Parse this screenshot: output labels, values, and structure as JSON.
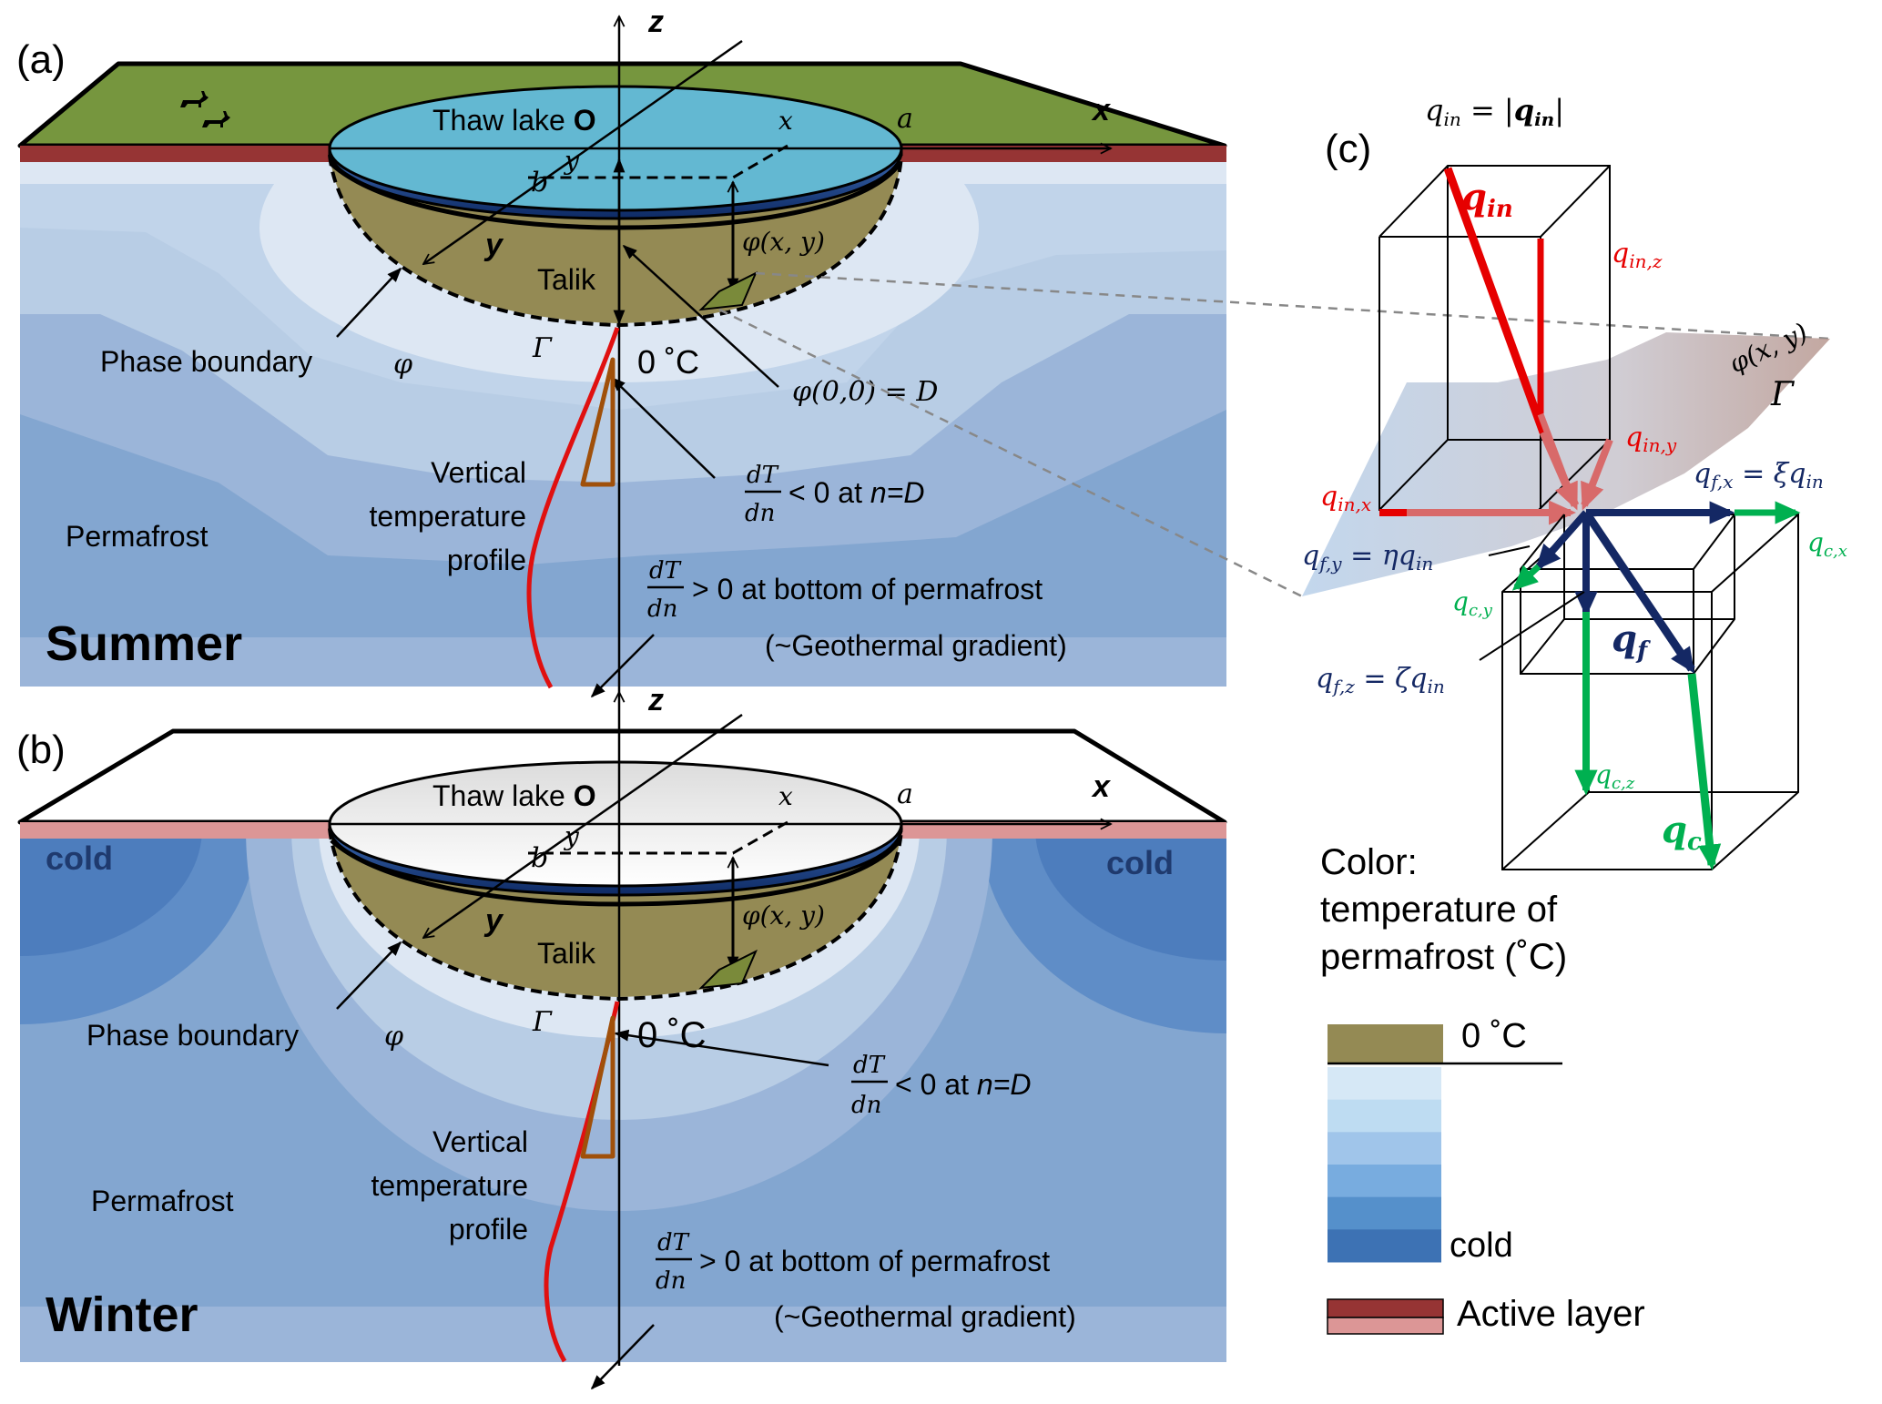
{
  "panels": {
    "a": {
      "letter": "(a)",
      "season": "Summer",
      "lake_label": "Thaw lake ",
      "origin_label": "O",
      "talik": "Talik",
      "phase_boundary": "Phase boundary",
      "phi": "φ",
      "gamma": "Γ",
      "zero_c": "0 ˚C",
      "phi_xy": "φ(x, y)",
      "phi00": "φ(0,0) = D",
      "permafrost": "Permafrost",
      "vertical_profile": [
        "Vertical",
        "temperature",
        "profile"
      ],
      "grad_top": {
        "num": "dT",
        "den": "dn",
        "rel": "< 0 at ",
        "cond": "n=D"
      },
      "grad_bottom": {
        "num": "dT",
        "den": "dn",
        "rel": "> 0 at bottom of permafrost"
      },
      "geothermal": "(~Geothermal gradient)",
      "axes": {
        "x": "x",
        "y": "y",
        "z": "z",
        "a": "a",
        "b": "b",
        "x_small": "x",
        "y_small": "y"
      },
      "surface_color": "#76963e",
      "active_layer_color": "#963434",
      "lake_color": "#63b8d2"
    },
    "b": {
      "letter": "(b)",
      "season": "Winter",
      "lake_label": "Thaw lake ",
      "origin_label": "O",
      "talik": "Talik",
      "phase_boundary": "Phase boundary",
      "phi": "φ",
      "gamma": "Γ",
      "zero_c": "0 ˚C",
      "phi_xy": "φ(x, y)",
      "permafrost": "Permafrost",
      "cold_left": "cold",
      "cold_right": "cold",
      "vertical_profile": [
        "Vertical",
        "temperature",
        "profile"
      ],
      "grad_top": {
        "num": "dT",
        "den": "dn",
        "rel": "< 0 at ",
        "cond": "n=D"
      },
      "grad_bottom": {
        "num": "dT",
        "den": "dn",
        "rel": "> 0 at bottom of permafrost"
      },
      "geothermal": "(~Geothermal gradient)",
      "axes": {
        "x": "x",
        "y": "y",
        "z": "z",
        "a": "a",
        "b": "b",
        "x_small": "x",
        "y_small": "y"
      },
      "surface_color": "#ffffff",
      "active_layer_color": "#dc9696",
      "lake_color": "#e4e4e4"
    },
    "c": {
      "letter": "(c)",
      "qin_def": "q_in = |q_in|",
      "qin_def_lhs": "q",
      "qin_def_lhs_sub": "in",
      "qin_def_rhs": "q",
      "qin_def_rhs_sub": "in",
      "surface_phi": "φ(x, y)",
      "surface_gamma": "Γ",
      "vectors": {
        "q_in": {
          "base": "q",
          "sub": "in",
          "color": "#e60000"
        },
        "q_in_x": {
          "base": "q",
          "sub": "in,x",
          "color": "#e60000"
        },
        "q_in_y": {
          "base": "q",
          "sub": "in,y",
          "color": "#e60000"
        },
        "q_in_z": {
          "base": "q",
          "sub": "in,z",
          "color": "#e60000"
        },
        "q_f": {
          "base": "q",
          "sub": "f",
          "color": "#142864"
        },
        "q_f_x": {
          "base": "q",
          "sub": "f,x",
          "eq": " = ξq",
          "eq_sub": "in",
          "color": "#142864"
        },
        "q_f_y": {
          "base": "q",
          "sub": "f,y",
          "eq": " = ηq",
          "eq_sub": "in",
          "color": "#142864"
        },
        "q_f_z": {
          "base": "q",
          "sub": "f,z",
          "eq": " = ζq",
          "eq_sub": "in",
          "color": "#142864"
        },
        "q_c": {
          "base": "q",
          "sub": "c",
          "color": "#00b050"
        },
        "q_c_x": {
          "base": "q",
          "sub": "c,x",
          "color": "#00b050"
        },
        "q_c_y": {
          "base": "q",
          "sub": "c,y",
          "color": "#00b050"
        },
        "q_c_z": {
          "base": "q",
          "sub": "c,z",
          "color": "#00b050"
        }
      }
    }
  },
  "legend": {
    "title_lines": [
      "Color:",
      "temperature of",
      "permafrost (˚C)"
    ],
    "zero_label": "0 ˚C",
    "cold_label": "cold",
    "active_layer_label": "Active layer",
    "talik_color": "#948a54",
    "scale_colors": [
      "#d6e8f6",
      "#bedcf2",
      "#a0c5ea",
      "#78acdf",
      "#5590cb",
      "#3d72b4"
    ],
    "active_layer_colors": [
      "#963434",
      "#dc9696"
    ]
  }
}
